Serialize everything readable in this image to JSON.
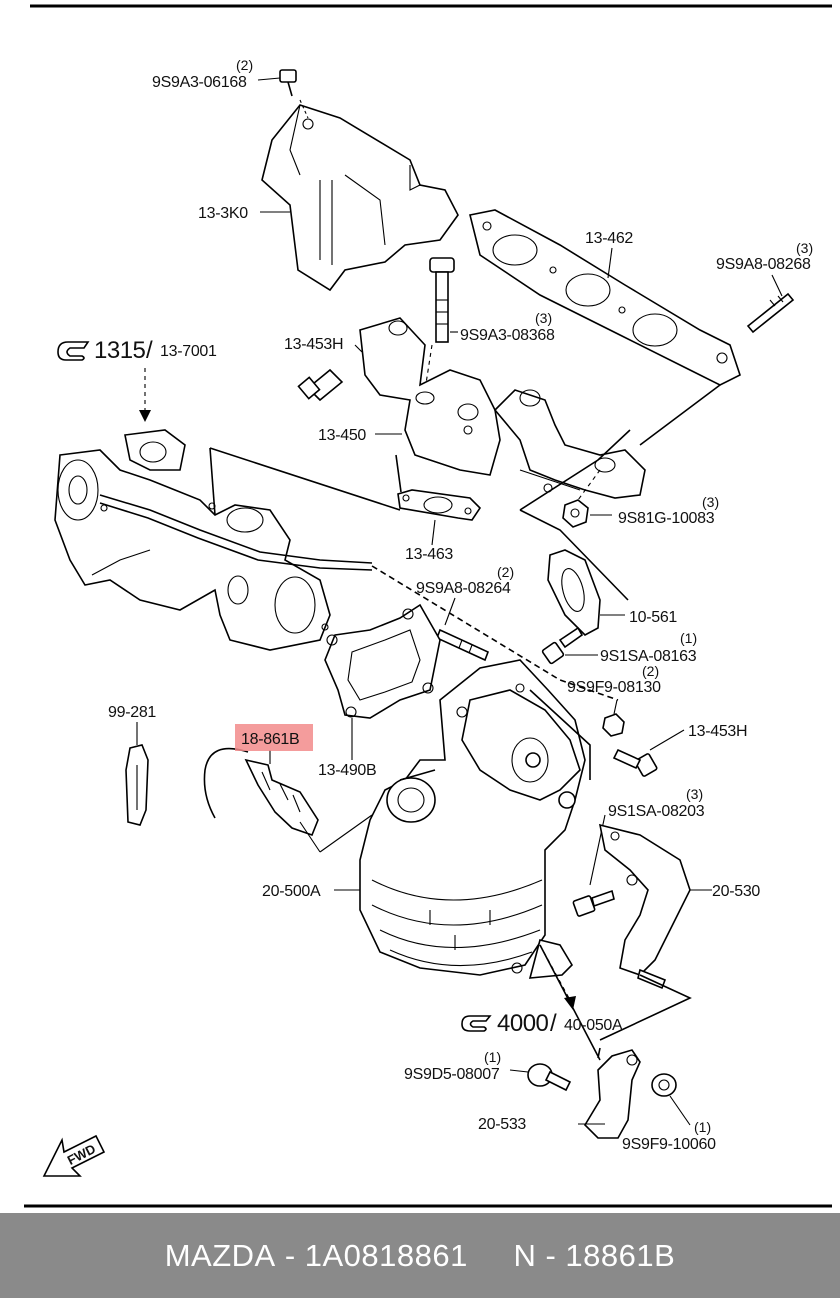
{
  "parts": [
    {
      "id": "p_bolt_top",
      "number": "9S9A3-06168",
      "qty": "(2)"
    },
    {
      "id": "p_cover",
      "number": "13-3K0",
      "qty": ""
    },
    {
      "id": "p_gasket_top",
      "number": "13-462",
      "qty": ""
    },
    {
      "id": "p_stud_right",
      "number": "9S9A8-08268",
      "qty": "(3)"
    },
    {
      "id": "p_long_bolt",
      "number": "9S9A3-08368",
      "qty": "(3)"
    },
    {
      "id": "p_bolt_left",
      "number": "13-453H",
      "qty": ""
    },
    {
      "id": "p_manifold",
      "number": "13-450",
      "qty": ""
    },
    {
      "id": "p_nut",
      "number": "9S81G-10083",
      "qty": "(3)"
    },
    {
      "id": "p_gasket_small",
      "number": "13-463",
      "qty": ""
    },
    {
      "id": "p_stud_mid",
      "number": "9S9A8-08264",
      "qty": "(2)"
    },
    {
      "id": "p_bracket_plate",
      "number": "10-561",
      "qty": ""
    },
    {
      "id": "p_bolt_mid",
      "number": "9S1SA-08163",
      "qty": "(1)"
    },
    {
      "id": "p_nut_small",
      "number": "9S9F9-08130",
      "qty": "(2)"
    },
    {
      "id": "p_bolt_right",
      "number": "13-453H",
      "qty": ""
    },
    {
      "id": "p_clip",
      "number": "99-281",
      "qty": ""
    },
    {
      "id": "p_sensor",
      "number": "18-861B",
      "qty": ""
    },
    {
      "id": "p_gasket_cat",
      "number": "13-490B",
      "qty": ""
    },
    {
      "id": "p_bolt_cat",
      "number": "9S1SA-08203",
      "qty": "(3)"
    },
    {
      "id": "p_converter",
      "number": "20-500A",
      "qty": ""
    },
    {
      "id": "p_bracket_cat",
      "number": "20-530",
      "qty": ""
    },
    {
      "id": "p_bolt_bottom",
      "number": "9S9D5-08007",
      "qty": "(1)"
    },
    {
      "id": "p_bracket_bottom",
      "number": "20-533",
      "qty": ""
    },
    {
      "id": "p_nut_bottom",
      "number": "9S9F9-10060",
      "qty": "(1)"
    }
  ],
  "references": [
    {
      "id": "ref_top",
      "group": "1315",
      "part": "13-7001"
    },
    {
      "id": "ref_bottom",
      "group": "4000",
      "part": "40-050A"
    }
  ],
  "highlight_part": "18-861B",
  "highlight_color": "#f28b8b",
  "fwd_label": "FWD",
  "footer": {
    "brand": "MAZDA",
    "sep1": " - ",
    "part_number": "1A0818861",
    "code_prefix": "N",
    "sep2": " - ",
    "code": "18861B"
  }
}
